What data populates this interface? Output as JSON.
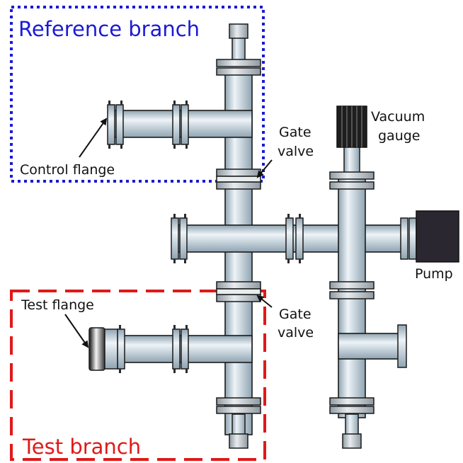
{
  "labels": {
    "reference_branch": "Reference branch",
    "test_branch": "Test branch",
    "control_flange": "Control flange",
    "test_flange": "Test flange",
    "gate_valve_top_1": "Gate",
    "gate_valve_top_2": "valve",
    "gate_valve_bottom_1": "Gate",
    "gate_valve_bottom_2": "valve",
    "vacuum_gauge_1": "Vacuum",
    "vacuum_gauge_2": "gauge",
    "pump": "Pump"
  },
  "colors": {
    "reference_box": "#1a1ad6",
    "test_box": "#e01919",
    "pipe": "#c7d5de",
    "outline": "#1a1a1a",
    "gauge": "#1e1e1e",
    "pump": "#2b2730"
  }
}
